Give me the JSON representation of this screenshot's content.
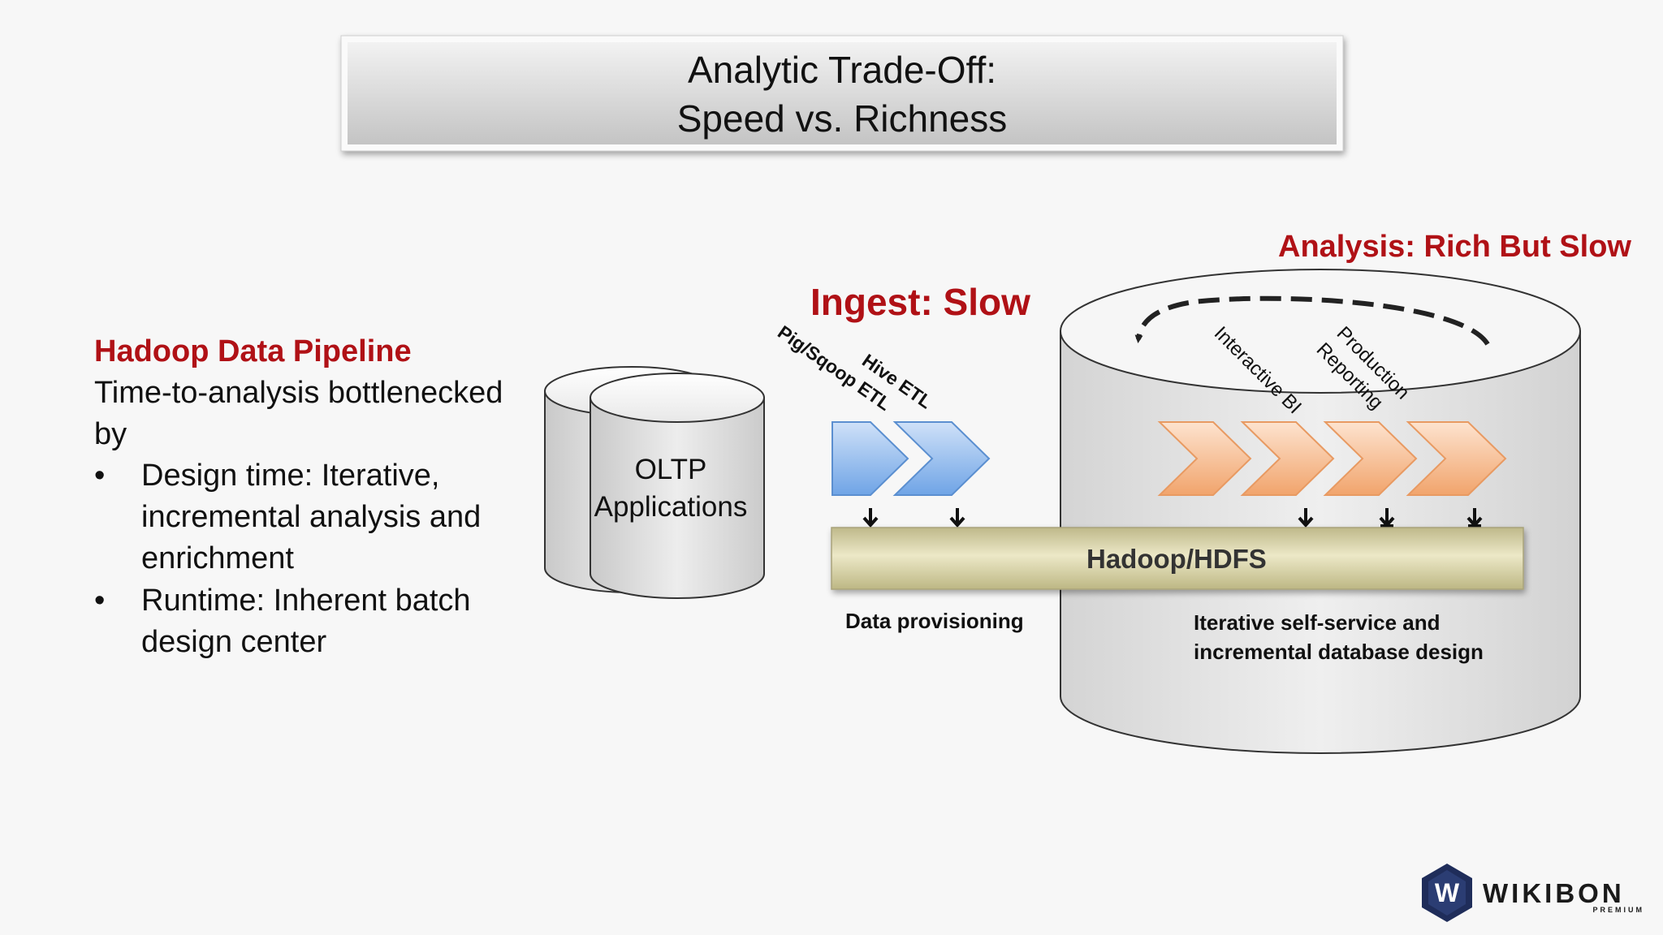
{
  "title": {
    "line1": "Analytic Trade-Off:",
    "line2": "Speed vs. Richness"
  },
  "left_panel": {
    "heading": "Hadoop Data Pipeline",
    "intro_line1": "Time-to-analysis bottlenecked",
    "intro_line2": "by",
    "bullet_char": "•",
    "bullets": [
      {
        "lines": [
          "Design time: Iterative,",
          "incremental analysis and",
          "enrichment"
        ]
      },
      {
        "lines": [
          "Runtime: Inherent batch",
          "design center"
        ]
      }
    ]
  },
  "oltp": {
    "line1": "OLTP",
    "line2": "Applications"
  },
  "ingest": {
    "heading": "Ingest: Slow",
    "etl_labels": [
      "Pig/Sqoop ETL",
      "Hive ETL"
    ],
    "caption": "Data provisioning"
  },
  "analysis": {
    "heading": "Analysis: Rich But Slow",
    "labels": [
      "Interactive BI",
      "Production",
      "Reporting"
    ],
    "caption_line1": "Iterative self-service and",
    "caption_line2": "incremental database design"
  },
  "hadoop_bar": {
    "label": "Hadoop/HDFS"
  },
  "logo": {
    "letter": "W",
    "name": "WIKIBON",
    "tag": "PREMIUM"
  },
  "colors": {
    "accent_red": "#b01116",
    "blue_chevron": "#7fb1ea",
    "orange_chevron": "#f4b284",
    "hdfs_bar": "#d4cf9e",
    "logo_navy": "#1f2d5a"
  }
}
